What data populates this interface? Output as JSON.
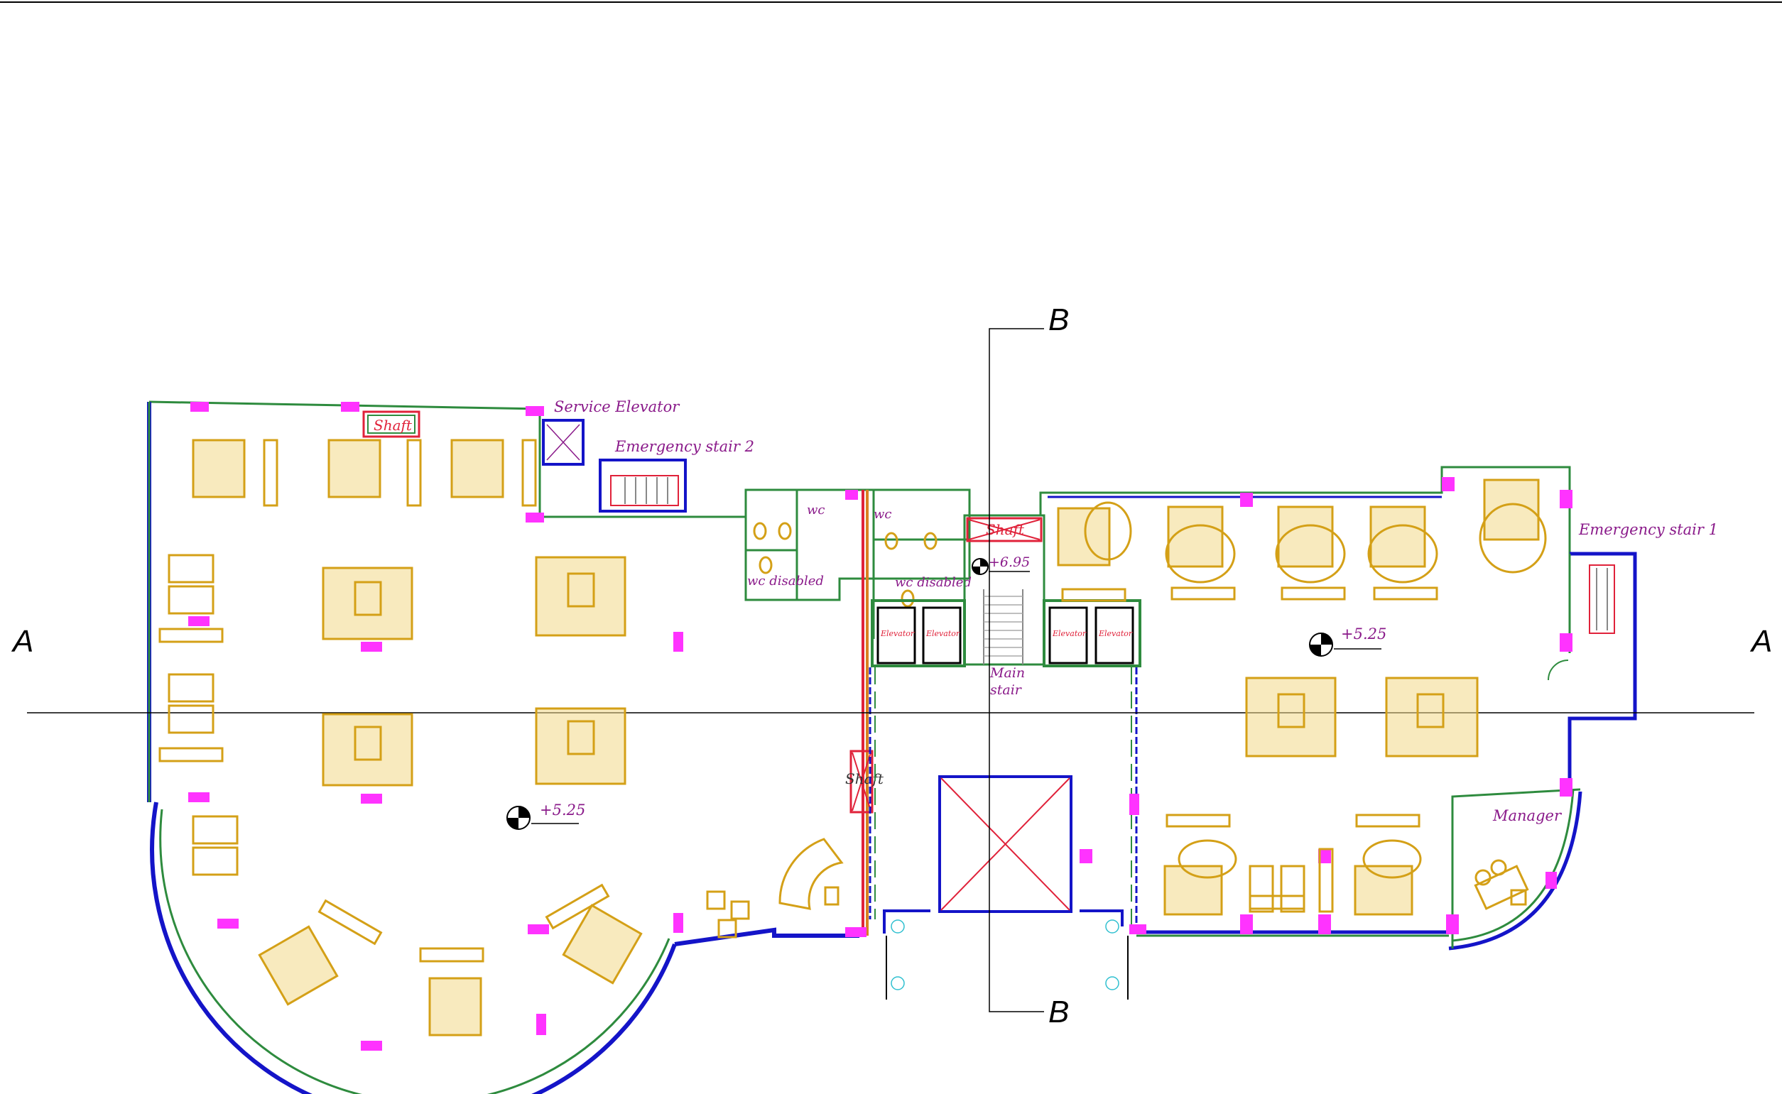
{
  "labels": {
    "service_elevator": "Service Elevator",
    "emergency_stair_2": "Emergency stair 2",
    "emergency_stair_1": "Emergency stair 1",
    "shaft_top": "Shaft",
    "shaft_middle": "Shaft",
    "shaft_center": "Shaft",
    "wc_1": "wc",
    "wc_2": "wc",
    "wc_disabled_1": "wc disabled",
    "wc_disabled_2": "wc disabled",
    "elevator": "Elevator",
    "main_stair_1": "Main",
    "main_stair_2": "stair",
    "manager": "Manager"
  },
  "levels": {
    "left": "+5.25",
    "right": "+5.25",
    "stair": "+6.95"
  },
  "sections": {
    "a_left": "A",
    "a_right": "A",
    "b_top": "B",
    "b_bottom": "B"
  },
  "colors": {
    "wall_blue": "#1414c8",
    "wall_green": "#2e8b3e",
    "furniture": "#d4a017",
    "column": "#ff33ff",
    "label": "#8a1a8a",
    "shaft": "#e0223a"
  }
}
